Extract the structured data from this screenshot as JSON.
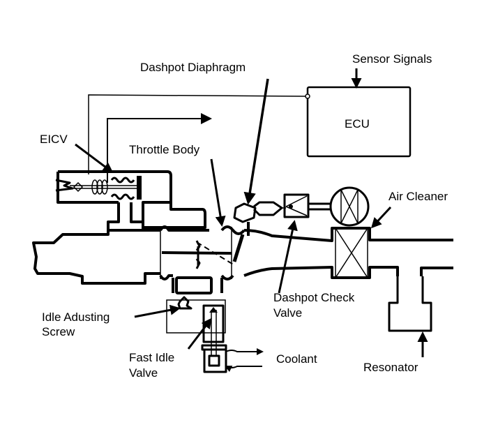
{
  "diagram": {
    "type": "idle speed control system schematic",
    "colors": {
      "line": "#000000",
      "background": "#ffffff"
    },
    "components": {
      "ecu": {
        "label": "ECU"
      }
    },
    "labels": {
      "sensor_signals": "Sensor Signals",
      "dashpot_diaphragm": "Dashpot Diaphragm",
      "eicv": "EICV",
      "throttle_body": "Throttle Body",
      "air_cleaner": "Air Cleaner",
      "dashpot_check_valve_line1": "Dashpot Check",
      "dashpot_check_valve_line2": "Valve",
      "idle_adjusting_screw_line1": "Idle Adusting",
      "idle_adjusting_screw_line2": "Screw",
      "fast_idle_valve_line1": "Fast Idle",
      "fast_idle_valve_line2": "Valve",
      "coolant": "Coolant",
      "resonator": "Resonator"
    }
  }
}
